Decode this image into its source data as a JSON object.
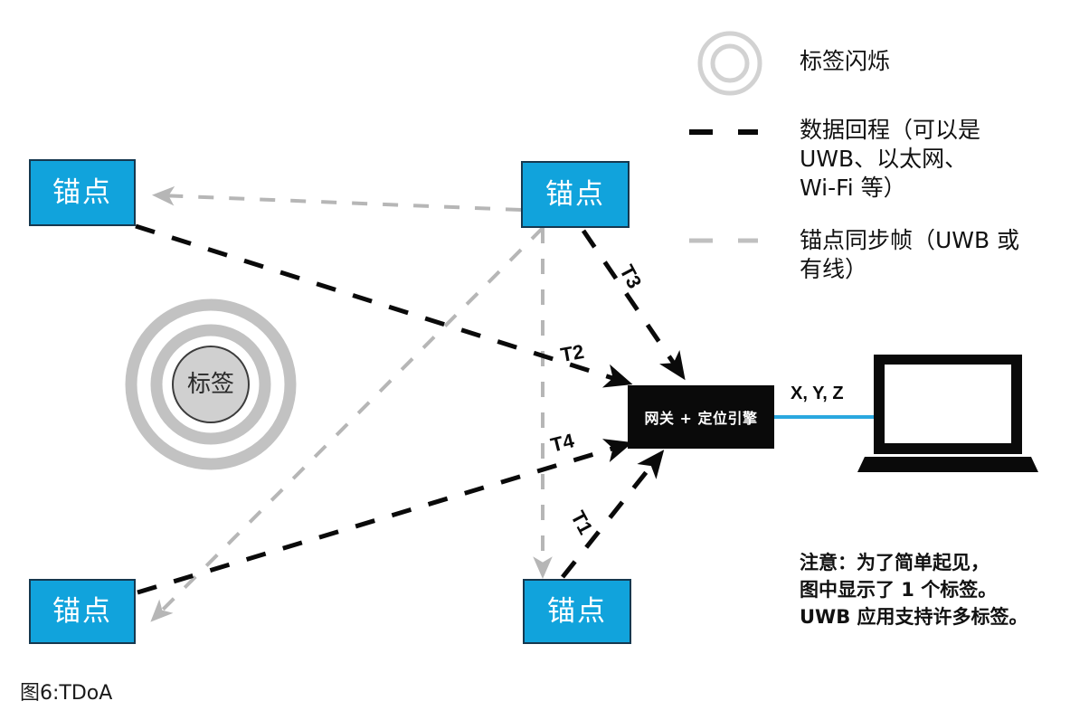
{
  "figure": {
    "caption": "图6:TDoA"
  },
  "anchors": [
    {
      "label": "锚点",
      "name": "anchor-top-left"
    },
    {
      "label": "锚点",
      "name": "anchor-top-right"
    },
    {
      "label": "锚点",
      "name": "anchor-bottom-left"
    },
    {
      "label": "锚点",
      "name": "anchor-bottom-right"
    }
  ],
  "tag": {
    "label": "标签"
  },
  "gateway": {
    "label": "网关 + 定位引擎"
  },
  "laptop": {
    "link_label": "X, Y, Z"
  },
  "timestamps": [
    {
      "id": "T3",
      "label": "T3"
    },
    {
      "id": "T2",
      "label": "T2"
    },
    {
      "id": "T4",
      "label": "T4"
    },
    {
      "id": "T1",
      "label": "T1"
    }
  ],
  "legend": {
    "items": [
      {
        "icon": "tag-blink-icon",
        "label": "标签闪烁"
      },
      {
        "icon": "black-dashed-line-icon",
        "label": "数据回程（可以是\nUWB、以太网、\nWi-Fi 等）"
      },
      {
        "icon": "gray-dashed-line-icon",
        "label": "锚点同步帧（UWB 或\n有线）"
      }
    ]
  },
  "note": {
    "text": "注意：为了简单起见，\n图中显示了 1 个标签。\nUWB 应用支持许多标签。"
  },
  "colors": {
    "anchor_fill": "#11a3dc",
    "anchor_border": "#16384f",
    "tag_fill": "#d0d0d0",
    "gateway_fill": "#0a0a0a",
    "data_line": "#0a0a0a",
    "sync_line": "#b6b6b6",
    "xyz_link": "#2aa8e0"
  }
}
